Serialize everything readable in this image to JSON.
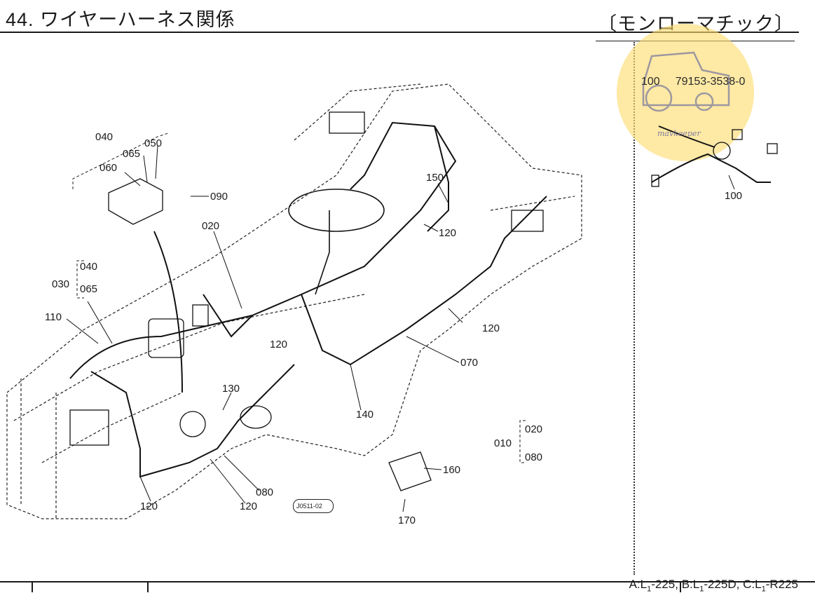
{
  "header": {
    "title": "44. ワイヤーハーネス関係",
    "variant": "〔モンローマチック〕"
  },
  "callouts": {
    "c040": "040",
    "c065": "065",
    "c050": "050",
    "c060": "060",
    "c090": "090",
    "c020": "020",
    "c150": "150",
    "c120a": "120",
    "c030": "030",
    "c040b": "040",
    "c065b": "065",
    "c110": "110",
    "c120b": "120",
    "c120c": "120",
    "c070": "070",
    "c130": "130",
    "c140": "140",
    "c010": "010",
    "c020b": "020",
    "c080b": "080",
    "c160": "160",
    "c080": "080",
    "c120d": "120",
    "c120e": "120",
    "c170": "170",
    "c100": "100"
  },
  "drawing_ref": "J0511-02",
  "watermark": {
    "qty": "100",
    "part_no": "79153-3538-0",
    "brand": "mavkeeper"
  },
  "footer": {
    "models_parts": [
      "A:L",
      "1",
      "-225,  B:L",
      "1",
      "-225D,  C:L",
      "1",
      "-R225"
    ]
  },
  "colors": {
    "ink": "#1a1a1a",
    "watermark": "#fddc6e"
  }
}
